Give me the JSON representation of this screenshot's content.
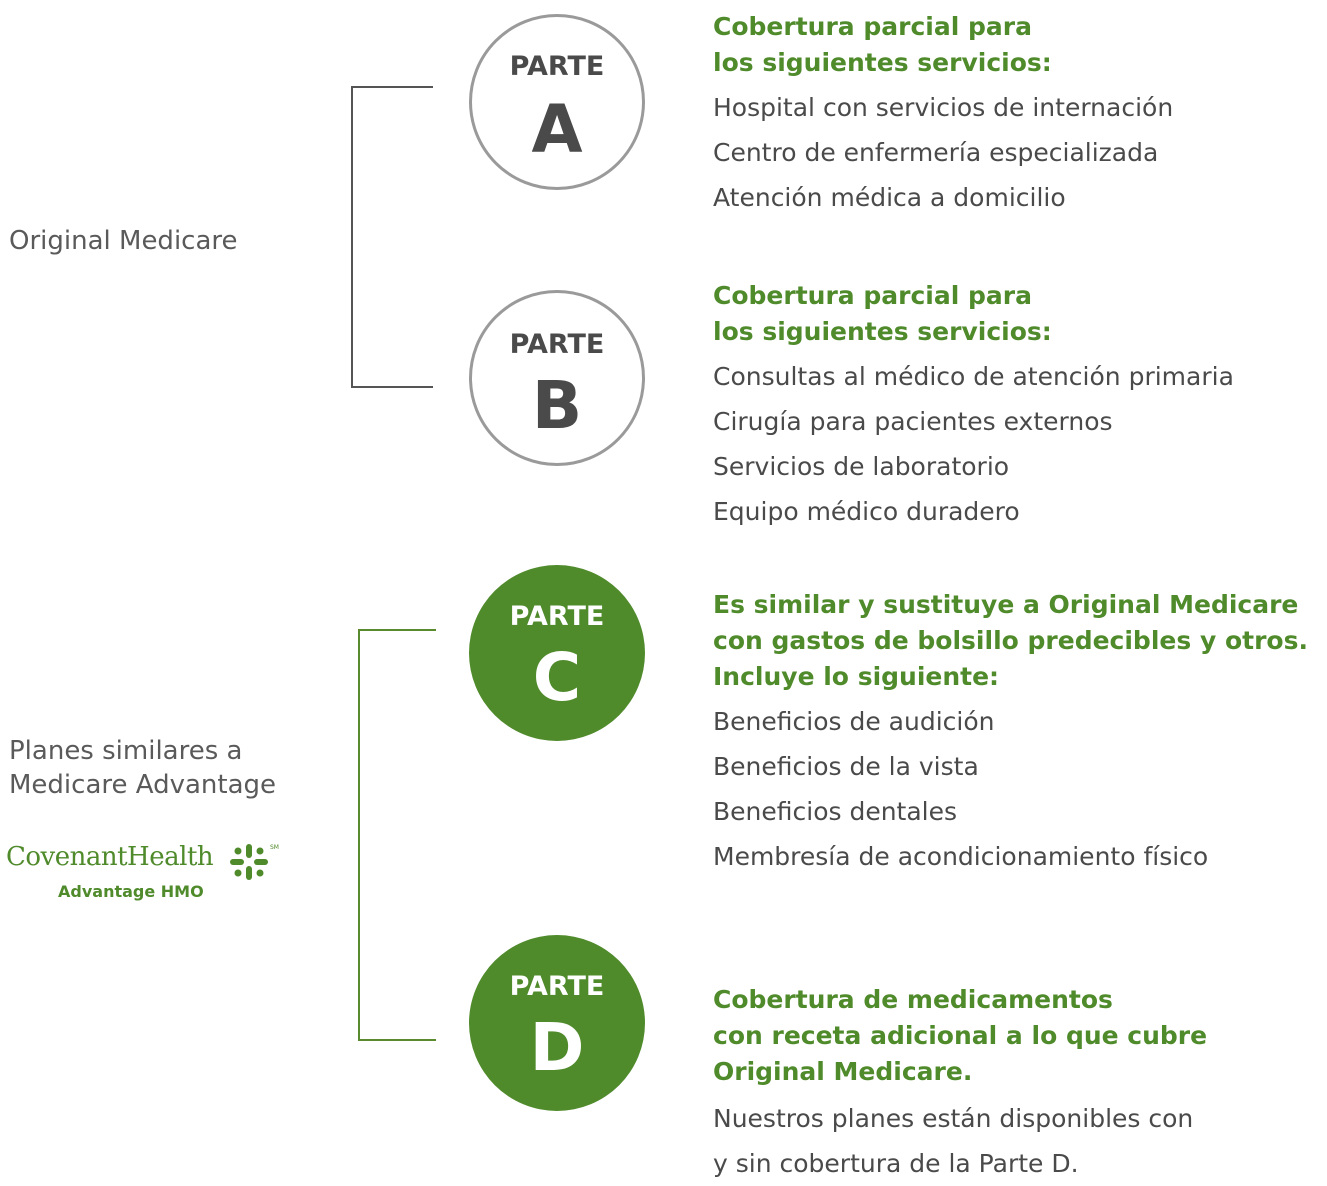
{
  "groups": {
    "original": "Original Medicare",
    "advantage_line1": "Planes similares a",
    "advantage_line2": "Medicare Advantage"
  },
  "logo": {
    "brand": "CovenantHealth",
    "sub": "Advantage HMO",
    "mark": "SM",
    "icon": "cross-flower-icon"
  },
  "parts": [
    {
      "prefix": "PARTE",
      "letter": "A",
      "style": "outline",
      "heading": [
        "Cobertura parcial para",
        "los siguientes servicios:"
      ],
      "items": [
        "Hospital con servicios de internación",
        "Centro de enfermería especializada",
        "Atención médica a domicilio"
      ]
    },
    {
      "prefix": "PARTE",
      "letter": "B",
      "style": "outline",
      "heading": [
        "Cobertura parcial para",
        "los siguientes servicios:"
      ],
      "items": [
        "Consultas al médico de atención primaria",
        "Cirugía para pacientes externos",
        "Servicios de laboratorio",
        "Equipo médico duradero"
      ]
    },
    {
      "prefix": "PARTE",
      "letter": "C",
      "style": "filled",
      "heading": [
        "Es similar y sustituye a Original Medicare",
        "con gastos de bolsillo predecibles y otros.",
        "Incluye lo siguiente:"
      ],
      "items": [
        "Beneficios de audición",
        "Beneficios de la vista",
        "Beneficios dentales",
        "Membresía de acondicionamiento físico"
      ]
    },
    {
      "prefix": "PARTE",
      "letter": "D",
      "style": "filled",
      "heading": [
        "Cobertura de medicamentos",
        "con receta adicional a lo que cubre",
        "Original Medicare."
      ],
      "items": [
        "Nuestros planes están disponibles con",
        "y sin cobertura de la Parte D."
      ]
    }
  ],
  "colors": {
    "green": "#4f8a2b",
    "gray": "#9a9a9a",
    "text": "#4a4a4a"
  }
}
